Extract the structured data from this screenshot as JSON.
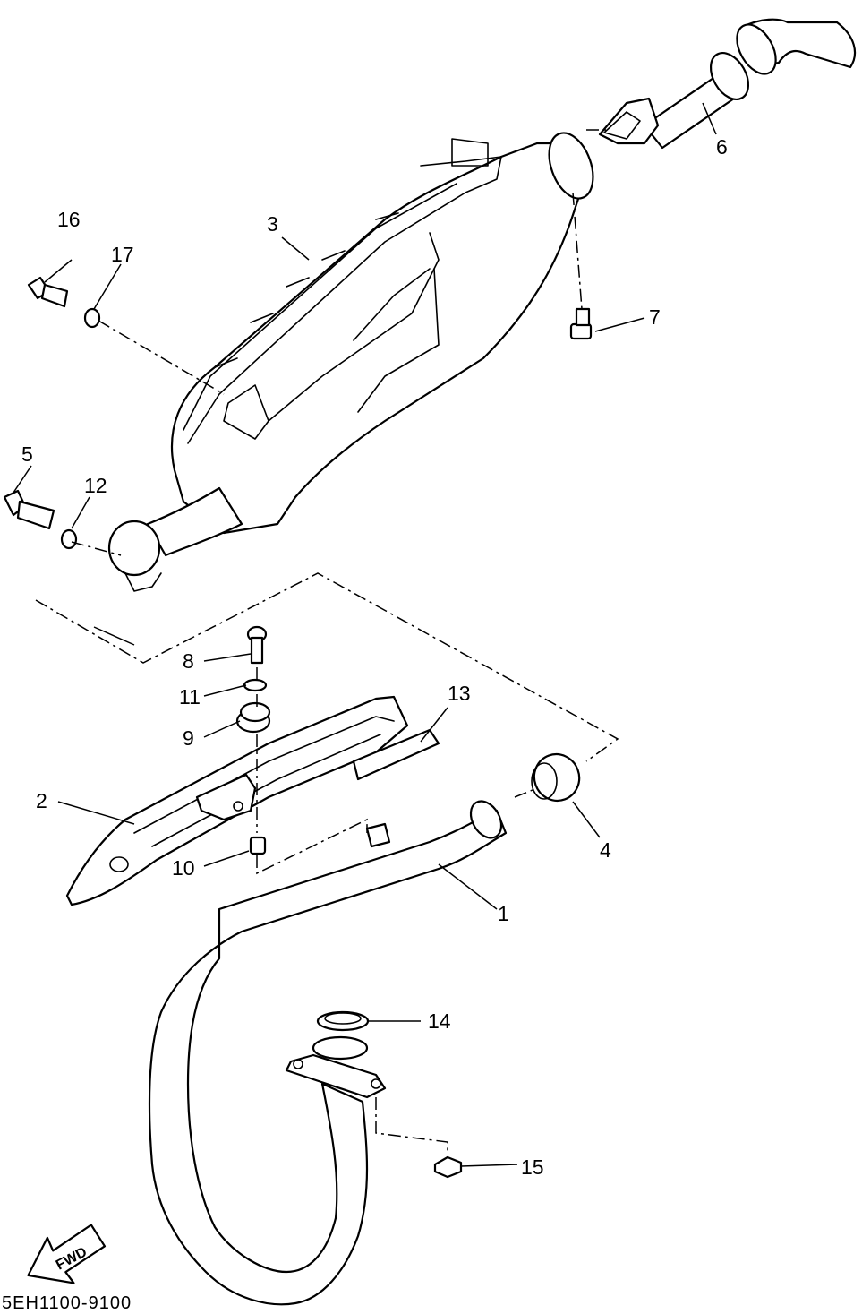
{
  "diagram": {
    "part_numbers": [
      "1",
      "2",
      "3",
      "4",
      "5",
      "6",
      "7",
      "8",
      "9",
      "10",
      "11",
      "12",
      "13",
      "14",
      "15",
      "16",
      "17"
    ],
    "fwd_label": "FWD",
    "drawing_code": "5EH1100-9100"
  }
}
